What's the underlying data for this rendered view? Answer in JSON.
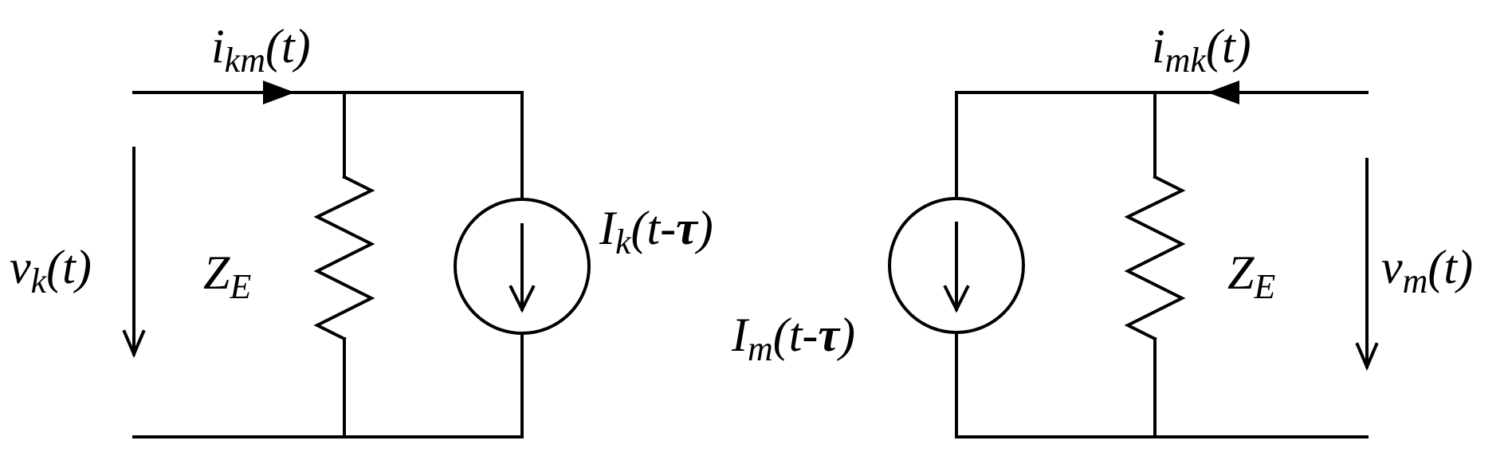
{
  "left_circuit": {
    "current_label": {
      "main": "i",
      "sub": "km",
      "arg": "(t)"
    },
    "voltage_label": {
      "main": "v",
      "sub": "k",
      "arg": "(t)"
    },
    "impedance_label": {
      "main": "Z",
      "sub": "E"
    },
    "source_label": {
      "main": "I",
      "sub": "k",
      "arg": "(t-",
      "tau": "τ",
      "close": ")"
    }
  },
  "right_circuit": {
    "current_label": {
      "main": "i",
      "sub": "mk",
      "arg": "(t)"
    },
    "voltage_label": {
      "main": "v",
      "sub": "m",
      "arg": "(t)"
    },
    "impedance_label": {
      "main": "Z",
      "sub": "E"
    },
    "source_label": {
      "main": "I",
      "sub": "m",
      "arg": "(t-",
      "tau": "τ",
      "close": ")"
    }
  }
}
